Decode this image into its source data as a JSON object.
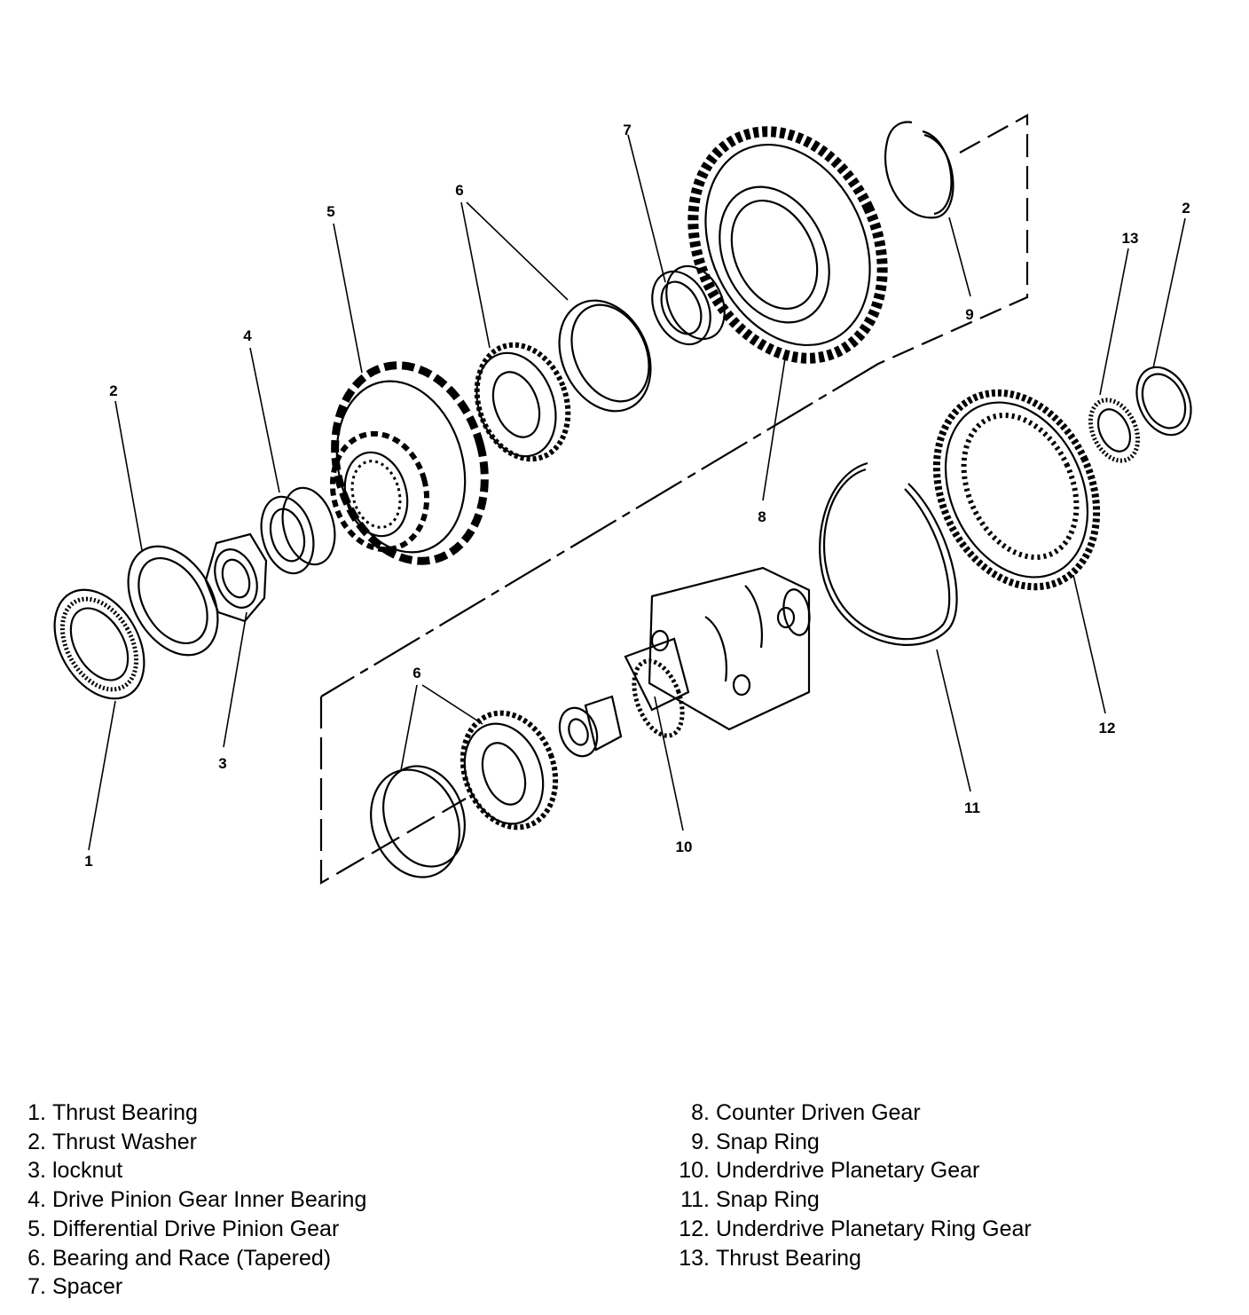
{
  "callouts": [
    "1",
    "2",
    "3",
    "4",
    "5",
    "6",
    "7",
    "8",
    "9",
    "2",
    "13",
    "6",
    "10",
    "11",
    "12"
  ],
  "legend": {
    "left": [
      {
        "num": "1.",
        "label": "Thrust Bearing"
      },
      {
        "num": "2.",
        "label": "Thrust Washer"
      },
      {
        "num": "3.",
        "label": "locknut"
      },
      {
        "num": "4.",
        "label": "Drive Pinion Gear Inner Bearing"
      },
      {
        "num": "5.",
        "label": "Differential Drive Pinion Gear"
      },
      {
        "num": "6.",
        "label": "Bearing and Race (Tapered)"
      },
      {
        "num": "7.",
        "label": "Spacer"
      }
    ],
    "right": [
      {
        "num": "8.",
        "label": "Counter Driven Gear"
      },
      {
        "num": "9.",
        "label": "Snap Ring"
      },
      {
        "num": "10.",
        "label": "Underdrive Planetary Gear"
      },
      {
        "num": "11.",
        "label": "Snap Ring"
      },
      {
        "num": "12.",
        "label": "Underdrive Planetary Ring Gear"
      },
      {
        "num": "13.",
        "label": "Thrust Bearing"
      }
    ]
  }
}
